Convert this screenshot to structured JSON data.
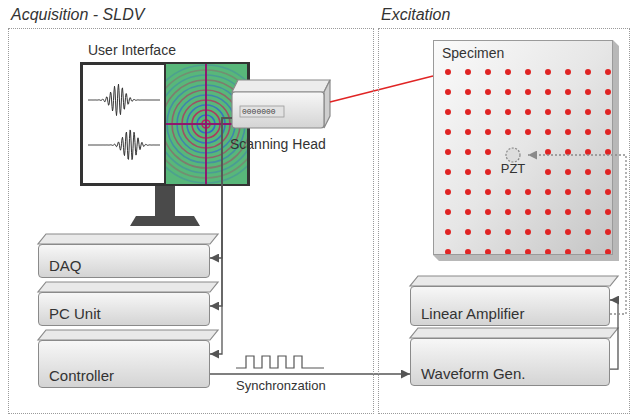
{
  "diagram": {
    "nodes": [
      {
        "text": [
          "Acquisition - SLDV"
        ]
      },
      {
        "text": [
          "User Interface"
        ],
        "in": 0
      },
      {
        "text": [
          "Scanning Head",
          "0000000"
        ],
        "in": 0
      },
      {
        "text": [
          "DAQ"
        ],
        "in": 0
      },
      {
        "text": [
          "PC Unit"
        ],
        "in": 0
      },
      {
        "text": [
          "Controller"
        ],
        "in": 0
      },
      {
        "text": [
          "Excitation"
        ]
      },
      {
        "text": [
          "Specimen"
        ],
        "in": 6
      },
      {
        "text": [
          "PZT"
        ],
        "in": 7
      },
      {
        "text": [
          "Linear Amplifier"
        ],
        "in": 6
      },
      {
        "text": [
          "Waveform Gen."
        ],
        "in": 6
      }
    ],
    "edges": [
      {
        "from": 2,
        "to": 3,
        "arrow": "to"
      },
      {
        "from": 2,
        "to": 4,
        "arrow": "to"
      },
      {
        "from": 2,
        "to": 5,
        "arrow": "to"
      },
      {
        "from": 5,
        "to": 10,
        "label": "Synchronzation",
        "arrow": "to"
      },
      {
        "from": 10,
        "to": 9,
        "arrow": "to"
      },
      {
        "from": 9,
        "to": 8,
        "arrow": "to"
      },
      {
        "from": 2,
        "to": 7,
        "arrow": "none"
      }
    ]
  }
}
